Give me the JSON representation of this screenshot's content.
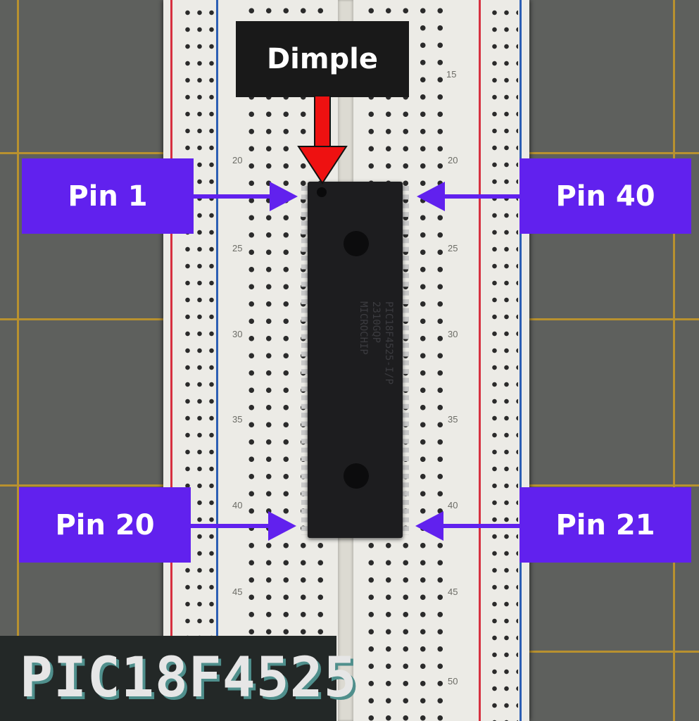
{
  "labels": {
    "dimple": "Dimple",
    "pin1": "Pin 1",
    "pin40": "Pin 40",
    "pin20": "Pin 20",
    "pin21": "Pin 21"
  },
  "title": "PIC18F4525",
  "chip_marking": {
    "part": "PIC18F4525-I/P",
    "code": "2310GQP",
    "brand": "MICROCHIP"
  },
  "breadboard_rows": [
    "15",
    "20",
    "25",
    "30",
    "35",
    "40",
    "45",
    "50"
  ],
  "colors": {
    "label_purple": "#6121ee",
    "dimple_label_bg": "#191919",
    "arrow_red": "#ee1111",
    "rail_red": "#d63040",
    "rail_blue": "#2d5fb4"
  }
}
